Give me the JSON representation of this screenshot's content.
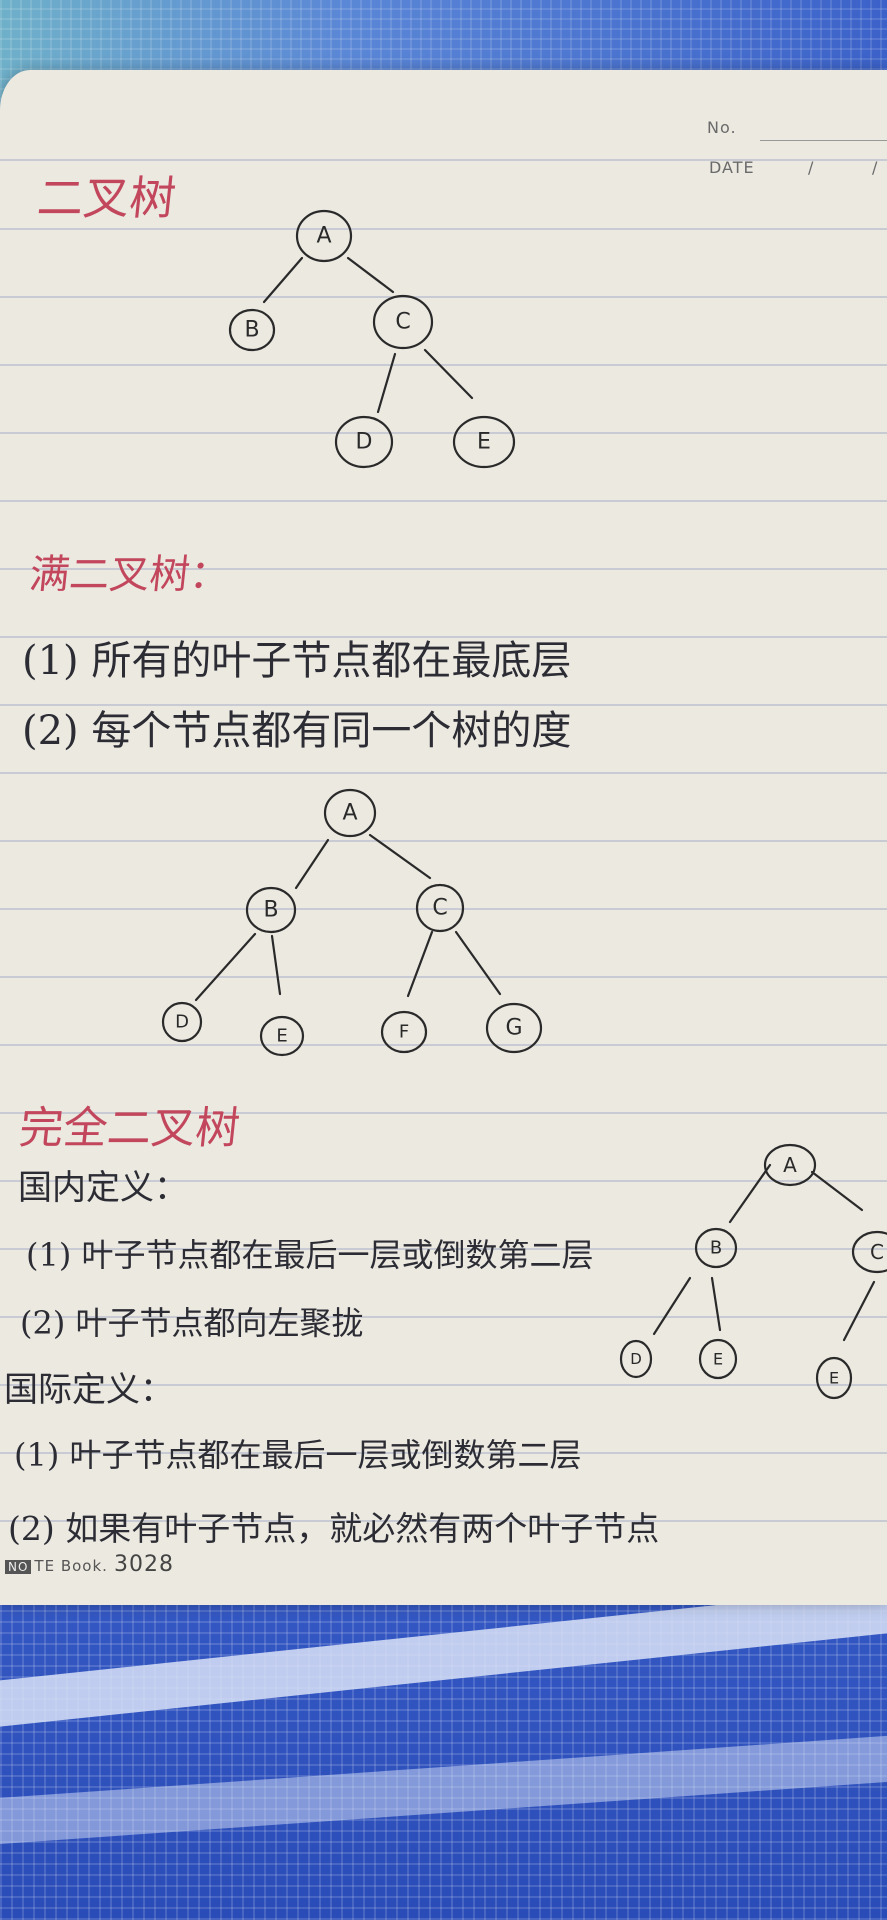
{
  "header": {
    "no_label": "No.",
    "date_label": "DATE",
    "date_slash_1": "/",
    "date_slash_2": "/"
  },
  "sections": {
    "binary_tree": {
      "title": "二叉树",
      "tree": [
        "A",
        "B",
        "C",
        "D",
        "E"
      ]
    },
    "full_binary_tree": {
      "title": "满二叉树：",
      "rule_1": "(1) 所有的叶子节点都在最底层",
      "rule_2": "(2) 每个节点都有同一个树的度",
      "tree": [
        "A",
        "B",
        "C",
        "D",
        "E",
        "F",
        "G"
      ]
    },
    "complete_binary_tree": {
      "title": "完全二叉树",
      "domestic_def": "国内定义：",
      "domestic_1": "(1) 叶子节点都在最后一层或倒数第二层",
      "domestic_2": "(2) 叶子节点都向左聚拢",
      "intl_def": "国际定义：",
      "intl_1": "(1) 叶子节点都在最后一层或倒数第二层",
      "intl_2": "(2) 如果有叶子节点，就必然有两个叶子节点",
      "tree": [
        "A",
        "B",
        "C",
        "D",
        "E",
        "E"
      ]
    }
  },
  "footer": {
    "brand_box": "NO",
    "brand": "TE Book",
    "number": "3028"
  },
  "colors": {
    "heading_ink": "#c2475d",
    "body_ink": "#2c2c34",
    "paper": "#ece9e1",
    "cloth": "#3a5fc4"
  }
}
